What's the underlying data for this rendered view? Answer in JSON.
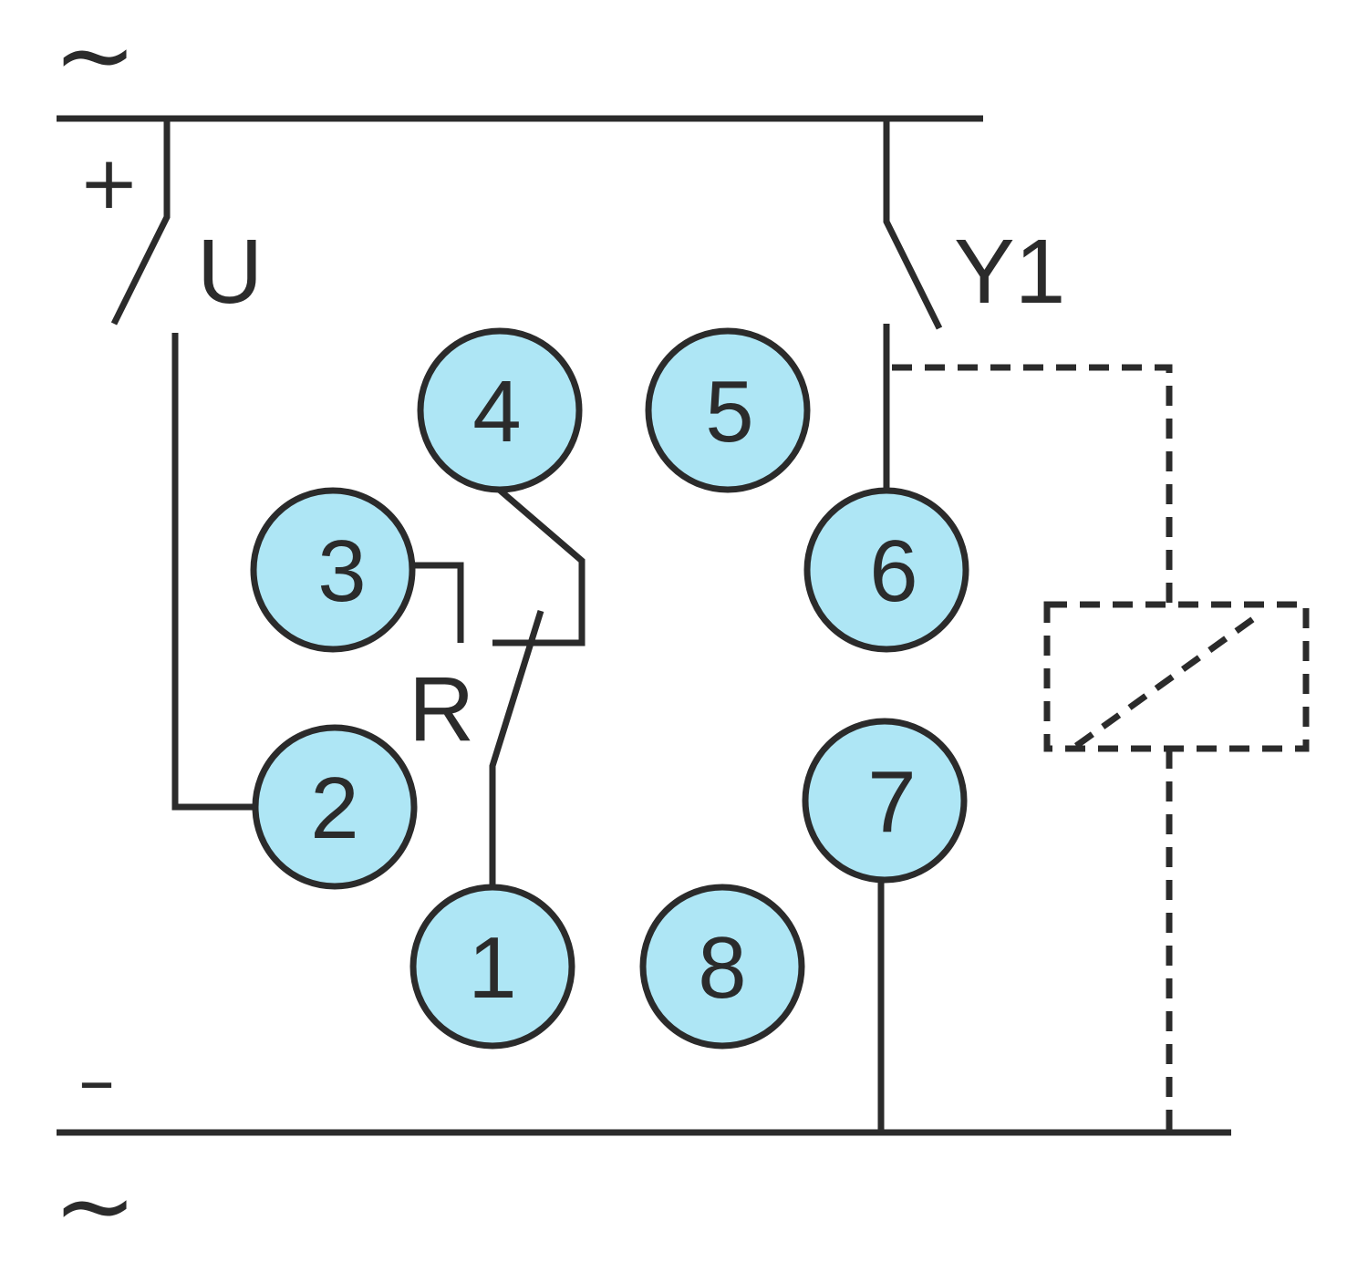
{
  "labels": {
    "ac_top": "~",
    "ac_bottom": "~",
    "plus": "+",
    "minus": "–",
    "switch_u": "U",
    "switch_y1": "Y1",
    "relay_contact": "R"
  },
  "pins": [
    "1",
    "2",
    "3",
    "4",
    "5",
    "6",
    "7",
    "8"
  ],
  "colors": {
    "pin_fill": "#aee6f5",
    "stroke": "#2b2b2b",
    "background": "#ffffff"
  }
}
